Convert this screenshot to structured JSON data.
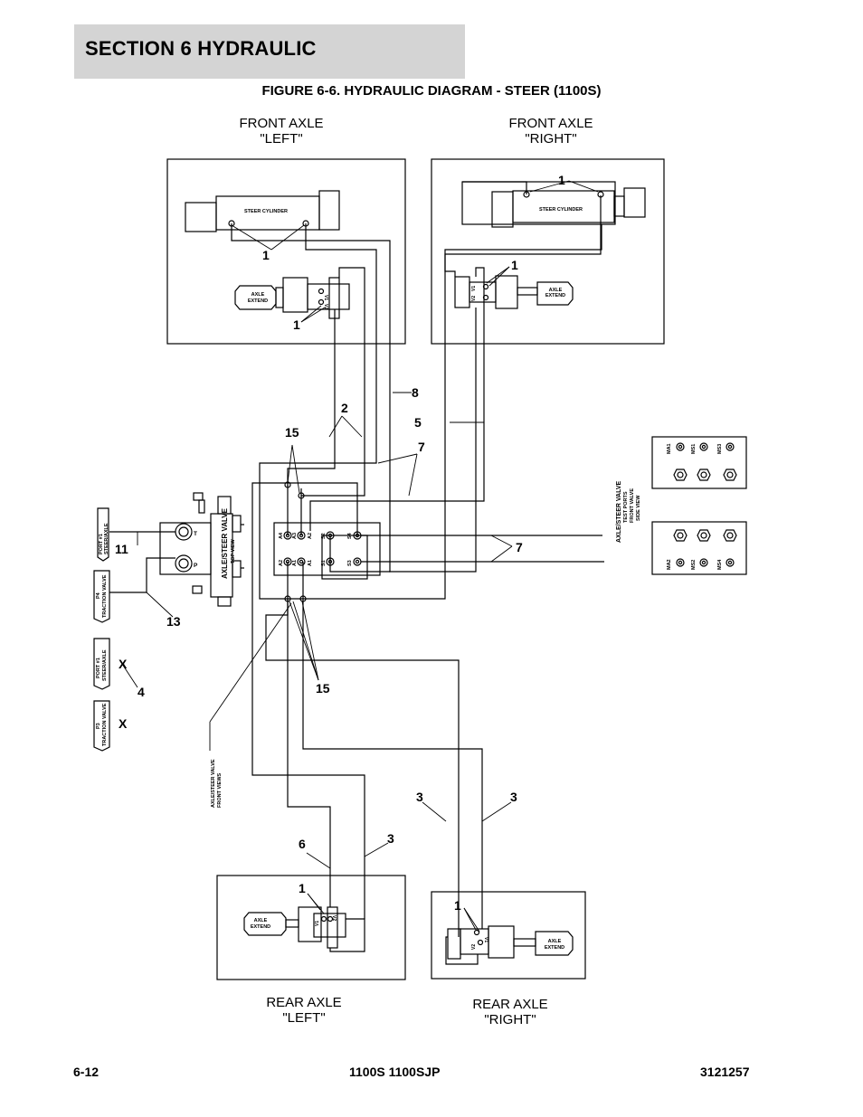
{
  "header": {
    "section": "SECTION 6   HYDRAULIC"
  },
  "figure": {
    "title": "FIGURE 6-6. HYDRAULIC DIAGRAM - STEER (1100S)"
  },
  "zones": {
    "front_left": [
      "FRONT AXLE",
      "\"LEFT\""
    ],
    "front_right": [
      "FRONT AXLE",
      "\"RIGHT\""
    ],
    "rear_left": [
      "REAR AXLE",
      "\"LEFT\""
    ],
    "rear_right": [
      "REAR AXLE",
      "\"RIGHT\""
    ]
  },
  "components": {
    "steer_cylinder": "STEER CYLINDER",
    "axle_extend": [
      "AXLE",
      "EXTEND"
    ],
    "valve_top_view": [
      "AXLE/STEER VALVE",
      "TOP VIEW"
    ],
    "valve_front_views": [
      "AXLE/STEER VALVE",
      "FRONT VIEWS"
    ],
    "test_ports": [
      "AXLE/STEER VALVE",
      "TEST PORTS",
      "FRONT VALVE",
      "SIDE VIEW"
    ],
    "port_steer": [
      "PORT #1",
      "STEER/AXLE"
    ],
    "traction_p4": [
      "P4",
      "TRACTION VALVE"
    ],
    "traction_p3": [
      "P3",
      "TRACTION VALVE"
    ],
    "port_t": "T",
    "port_p": "P",
    "x_mark": "X"
  },
  "port_labels": {
    "valve_upper": [
      "A4",
      "A3",
      "A2",
      "S2",
      "S4"
    ],
    "valve_lower": [
      "A2",
      "A1",
      "A1",
      "S1",
      "S3"
    ],
    "test_upper": [
      "MA1",
      "MS1",
      "MS3"
    ],
    "test_lower": [
      "MA2",
      "MS2",
      "MS4"
    ],
    "cyl_v1": "V1",
    "cyl_v2": "V2"
  },
  "callouts": {
    "c1": "1",
    "c2": "2",
    "c3": "3",
    "c4": "4",
    "c5": "5",
    "c6": "6",
    "c7": "7",
    "c8": "8",
    "c11": "11",
    "c13": "13",
    "c15": "15"
  },
  "footer": {
    "page": "6-12",
    "model": "1100S 1100SJP",
    "doc": "3121257"
  }
}
